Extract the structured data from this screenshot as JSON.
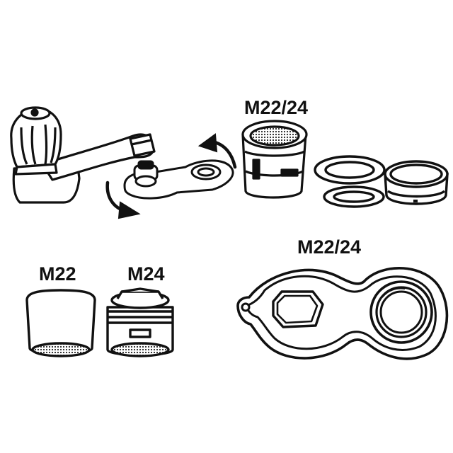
{
  "labels": {
    "top_size": "M22/24",
    "male_size": "M22",
    "female_size": "M24",
    "wrench_size": "M22/24"
  },
  "colors": {
    "ink": "#111111",
    "paper": "#ffffff",
    "screen": "#888888"
  },
  "icons": {
    "faucet": "faucet-icon",
    "rotate_left": "rotate-arrow-icon",
    "rotate_right": "rotate-arrow-icon",
    "aerator": "aerator-icon",
    "washer": "washer-icon",
    "ring": "ring-icon",
    "wrench": "wrench-icon"
  }
}
